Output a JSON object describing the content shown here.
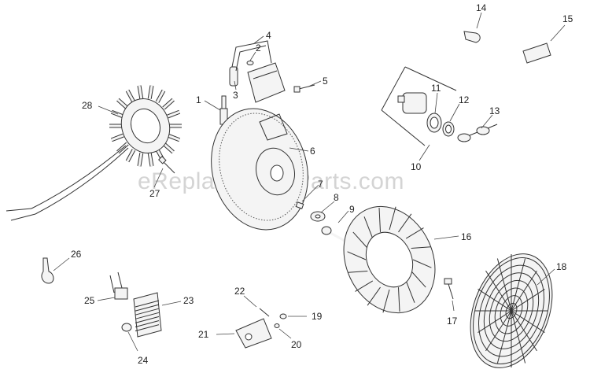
{
  "watermark": "eReplacementParts.com",
  "labels": {
    "p1": "1",
    "p2": "2",
    "p3": "3",
    "p4": "4",
    "p5": "5",
    "p6": "6",
    "p7": "7",
    "p8": "8",
    "p9": "9",
    "p10": "10",
    "p11": "11",
    "p12": "12",
    "p13": "13",
    "p14": "14",
    "p15": "15",
    "p16": "16",
    "p17": "17",
    "p18": "18",
    "p19": "19",
    "p20": "20",
    "p21": "21",
    "p22": "22",
    "p23": "23",
    "p24": "24",
    "p25": "25",
    "p26": "26",
    "p27": "27",
    "p28": "28"
  },
  "colors": {
    "line": "#333333",
    "fill": "#f4f4f4",
    "watermark": "#d4d4d4"
  }
}
